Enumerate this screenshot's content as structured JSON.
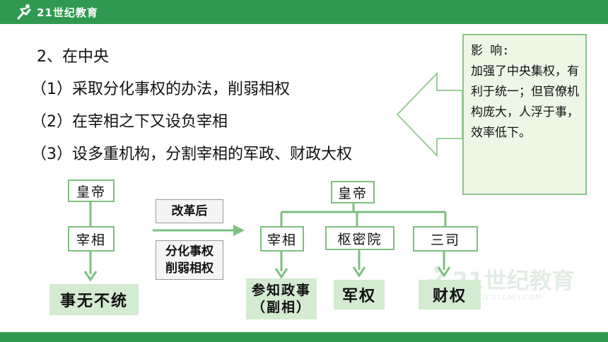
{
  "header": {
    "logo_text": "21世纪教育"
  },
  "watermark": {
    "text": "21世纪教育",
    "url": "WWW.21CNJY.COM"
  },
  "content": {
    "heading": "2、在中央",
    "points": [
      "（1）采取分化事权的办法，削弱相权",
      "（2）在宰相之下又设负宰相",
      "（3）设多重机构，分割宰相的军政、财政大权"
    ]
  },
  "callout": {
    "title": "影 响:",
    "body": "加强了中央集权，有利于统一；但官僚机构庞大，人浮于事，效率低下。"
  },
  "diagram": {
    "before": {
      "emperor": "皇帝",
      "chancellor": "宰相",
      "result": "事无不统"
    },
    "transition": {
      "top": "改革后",
      "bottom_line1": "分化事权",
      "bottom_line2": "削弱相权"
    },
    "after": {
      "emperor": "皇帝",
      "chancellor": "宰相",
      "privy_council": "枢密院",
      "three_offices": "三司",
      "result_chancellor_line1": "参知政事",
      "result_chancellor_line2": "（副相）",
      "result_privy": "军权",
      "result_offices": "财权"
    }
  },
  "colors": {
    "brand_green": "#2f9a4f",
    "box_border": "#7cc07f",
    "fill_light_green": "#d3ebd0",
    "callout_bg": "#edf7e6"
  }
}
